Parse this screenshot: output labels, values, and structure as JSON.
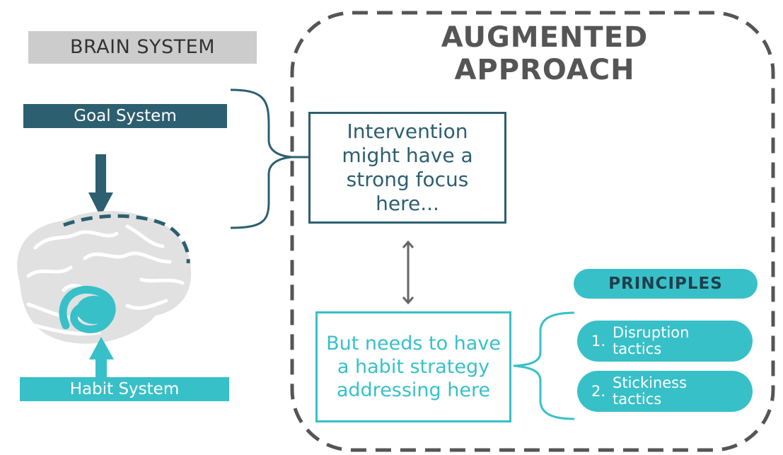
{
  "colors": {
    "dark_teal": "#2c5f70",
    "light_teal": "#38c0c8",
    "grey_box": "#cccccc",
    "dark_grey_text": "#555555",
    "brain_grey": "#e1e1e1"
  },
  "left": {
    "title": "BRAIN SYSTEM",
    "goal_label": "Goal System",
    "habit_label": "Habit System"
  },
  "right": {
    "title_line1": "AUGMENTED",
    "title_line2": "APPROACH",
    "intervention_text": "Intervention might have a strong focus here...",
    "habit_strategy_text": "But needs to have a habit strategy addressing here",
    "principles_label": "PRINCIPLES",
    "principles": [
      {
        "num": "1.",
        "line1": "Disruption",
        "line2": "tactics"
      },
      {
        "num": "2.",
        "line1": "Stickiness",
        "line2": "tactics"
      }
    ]
  },
  "icons": [
    "brain-icon",
    "down-arrow-icon",
    "up-arrow-icon",
    "double-arrow-icon"
  ]
}
